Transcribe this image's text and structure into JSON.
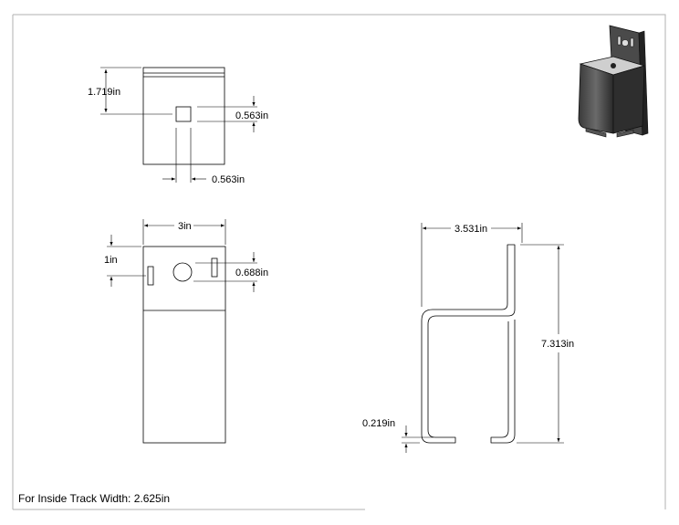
{
  "dimensions": {
    "top_height": "1.719in",
    "top_slot_height": "0.563in",
    "top_slot_width": "0.563in",
    "front_width": "3in",
    "front_offset": "1in",
    "hole_diameter": "0.688in",
    "side_width": "3.531in",
    "side_height": "7.313in",
    "material_thickness": "0.219in"
  },
  "note": "For Inside Track Width: 2.625in"
}
